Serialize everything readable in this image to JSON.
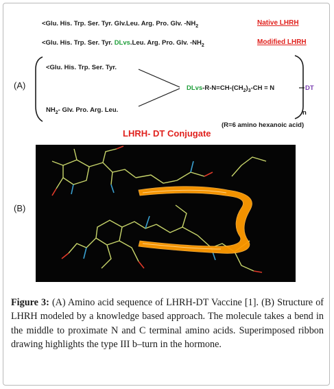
{
  "native_row": {
    "sequence": "<Glu. His. Trp. Ser. Tyr. Glv.Leu. Arg. Pro. Glv. -NH",
    "subscript": "2",
    "label": "Native LHRH"
  },
  "modified_row": {
    "sequence_a": "<Glu. His. Trp. Ser. Tyr. ",
    "dlys": "DLvs",
    "sequence_b": ".Leu. Arg. Pro. Glv. -NH",
    "subscript": "2",
    "label": "Modified LHRH"
  },
  "conjugate": {
    "panel_label": "(A)",
    "upper_chain": "<Glu. His. Trp. Ser. Tyr.",
    "lower_chain_a": "NH",
    "lower_chain_sub": "2",
    "lower_chain_b": "- Glv. Pro. Arg. Leu.",
    "linker_dlys": "DLvs",
    "linker_a": "-R-N=CH-(CH",
    "linker_sub1": "2",
    "linker_b": ")",
    "linker_sub2": "3",
    "linker_c": "-CH = N",
    "dt": "DT",
    "n": "n",
    "note": "(R=6 amino hexanoic acid)",
    "title": "LHRH- DT Conjugate"
  },
  "panel_b": {
    "label": "(B)"
  },
  "caption": {
    "label": "Figure 3:",
    "text": "(A) Amino acid sequence of LHRH-DT Vaccine [1]. (B) Structure of LHRH modeled by a knowledge based approach. The molecule takes a bend in the middle to proximate N and C terminal amino acids. Superimposed ribbon drawing highlights the type III b–turn in the hormone."
  },
  "colors": {
    "red": "#e0211d",
    "green": "#1f9e3a",
    "purple": "#7a3fb0",
    "ribbon": "#ff9a00"
  }
}
